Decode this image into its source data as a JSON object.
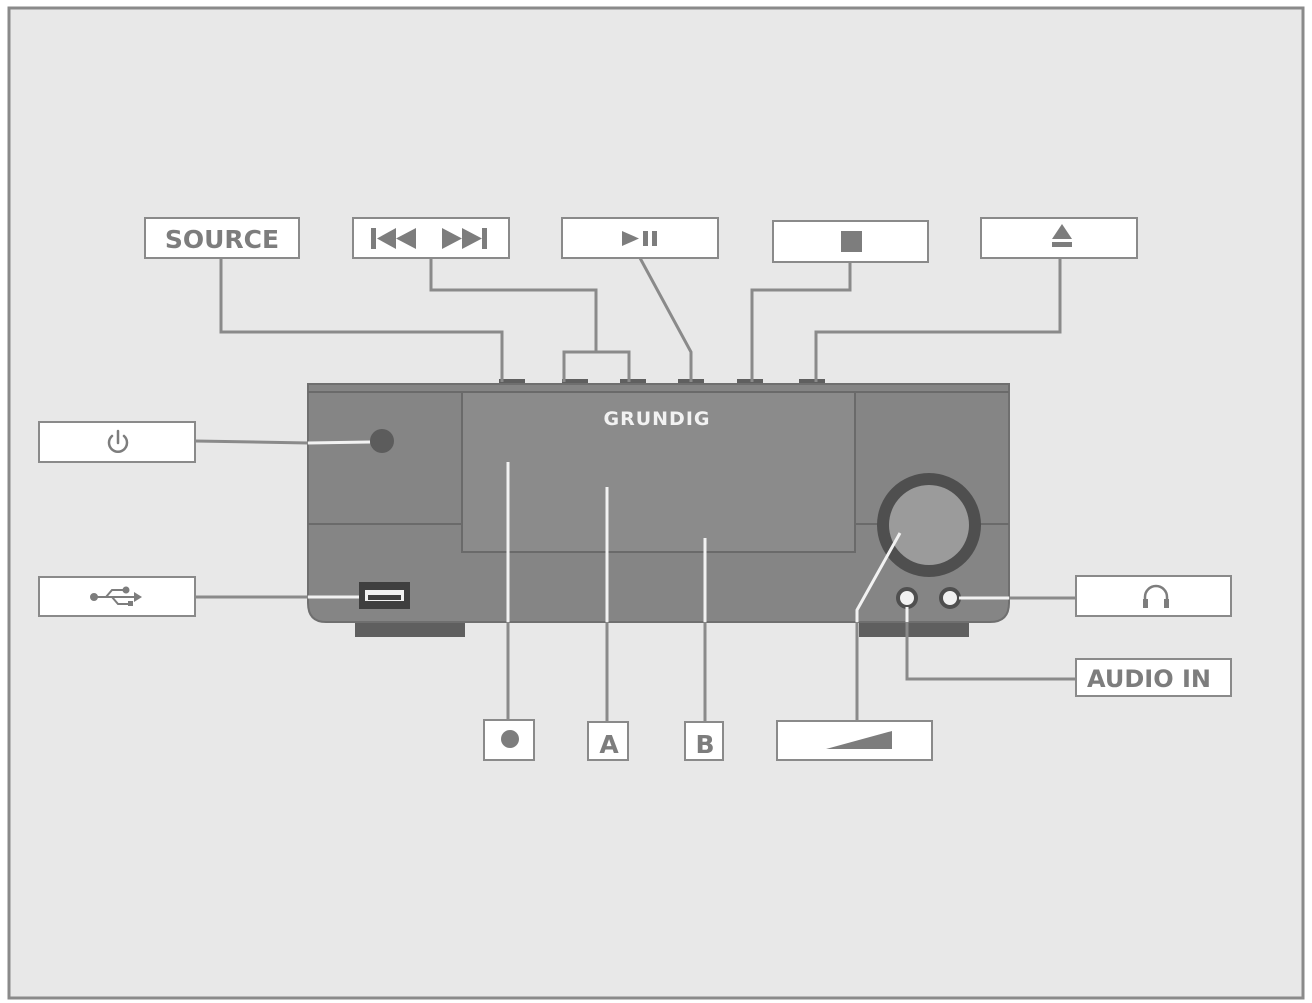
{
  "brand": "GRUNDIG",
  "labels": {
    "source": "SOURCE",
    "audio_in": "AUDIO IN",
    "a": "A",
    "b": "B"
  },
  "icons": {
    "power": "power-icon",
    "usb": "usb-icon",
    "skip": "skip-back-forward-icon",
    "play_pause": "play-pause-icon",
    "stop": "stop-icon",
    "eject": "eject-icon",
    "headphones": "headphones-icon",
    "record": "record-dot-icon",
    "volume": "volume-wedge-icon"
  },
  "colors": {
    "background": "#e8e8e8",
    "device_body": "#858585",
    "device_dark": "#5f5f5f",
    "label_text": "#7d7d7d",
    "leader_line": "#8a8a8a"
  }
}
